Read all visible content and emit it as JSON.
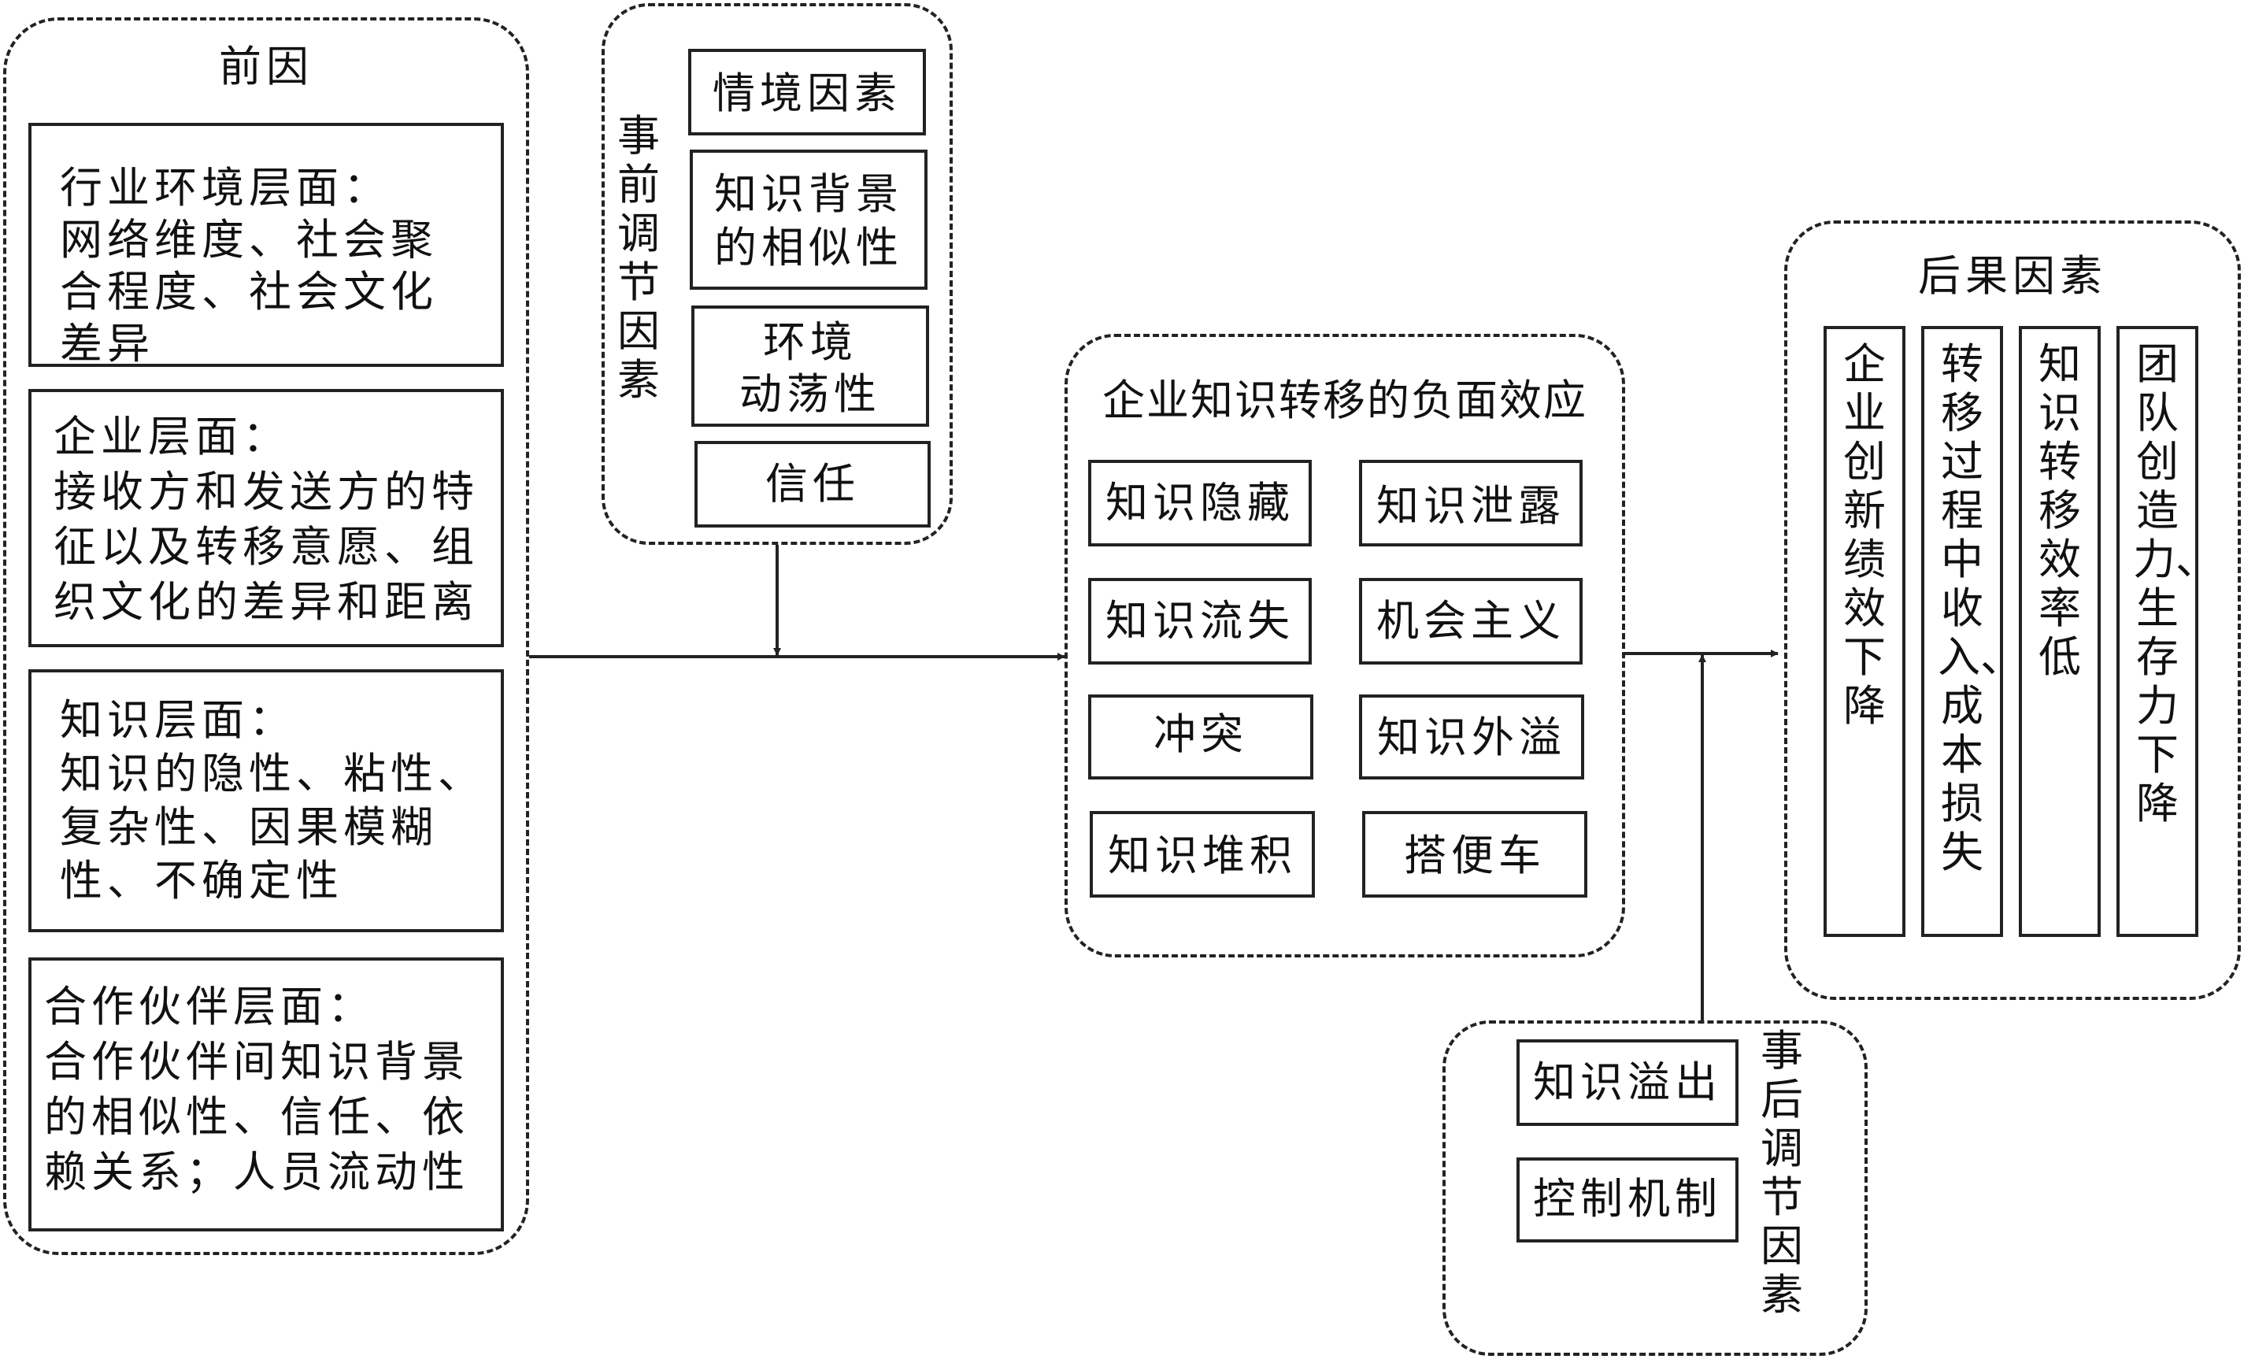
{
  "antecedents": {
    "title": "前因",
    "industry": {
      "heading": "行业环境层面：",
      "lines": [
        "网络维度、社会聚",
        "合程度、社会文化",
        "差异"
      ]
    },
    "enterprise": {
      "heading": "企业层面：",
      "lines": [
        "接收方和发送方的特",
        "征以及转移意愿、组",
        "织文化的差异和距离"
      ]
    },
    "knowledge": {
      "heading": "知识层面：",
      "lines": [
        "知识的隐性、粘性、",
        "复杂性、因果模糊",
        "性、不确定性"
      ]
    },
    "partner": {
      "heading": "合作伙伴层面：",
      "lines": [
        "合作伙伴间知识背景",
        "的相似性、信任、依",
        "赖关系；人员流动性"
      ]
    }
  },
  "pre_moderators": {
    "title": "事前调节因素",
    "items": [
      {
        "lines": [
          "情境因素"
        ]
      },
      {
        "lines": [
          "知识背景",
          "的相似性"
        ]
      },
      {
        "lines": [
          "环境",
          "动荡性"
        ]
      },
      {
        "lines": [
          "信任"
        ]
      }
    ]
  },
  "negative_effects": {
    "title": "企业知识转移的负面效应",
    "items": [
      "知识隐藏",
      "知识泄露",
      "知识流失",
      "机会主义",
      "冲突",
      "知识外溢",
      "知识堆积",
      "搭便车"
    ]
  },
  "post_moderators": {
    "title": "事后调节因素",
    "items": [
      "知识溢出",
      "控制机制"
    ]
  },
  "consequences": {
    "title": "后果因素",
    "items": [
      "企业创新绩效下降",
      "转移过程中收入、成本损失",
      "知识转移效率低",
      "团队创造力、生存力下降"
    ]
  }
}
